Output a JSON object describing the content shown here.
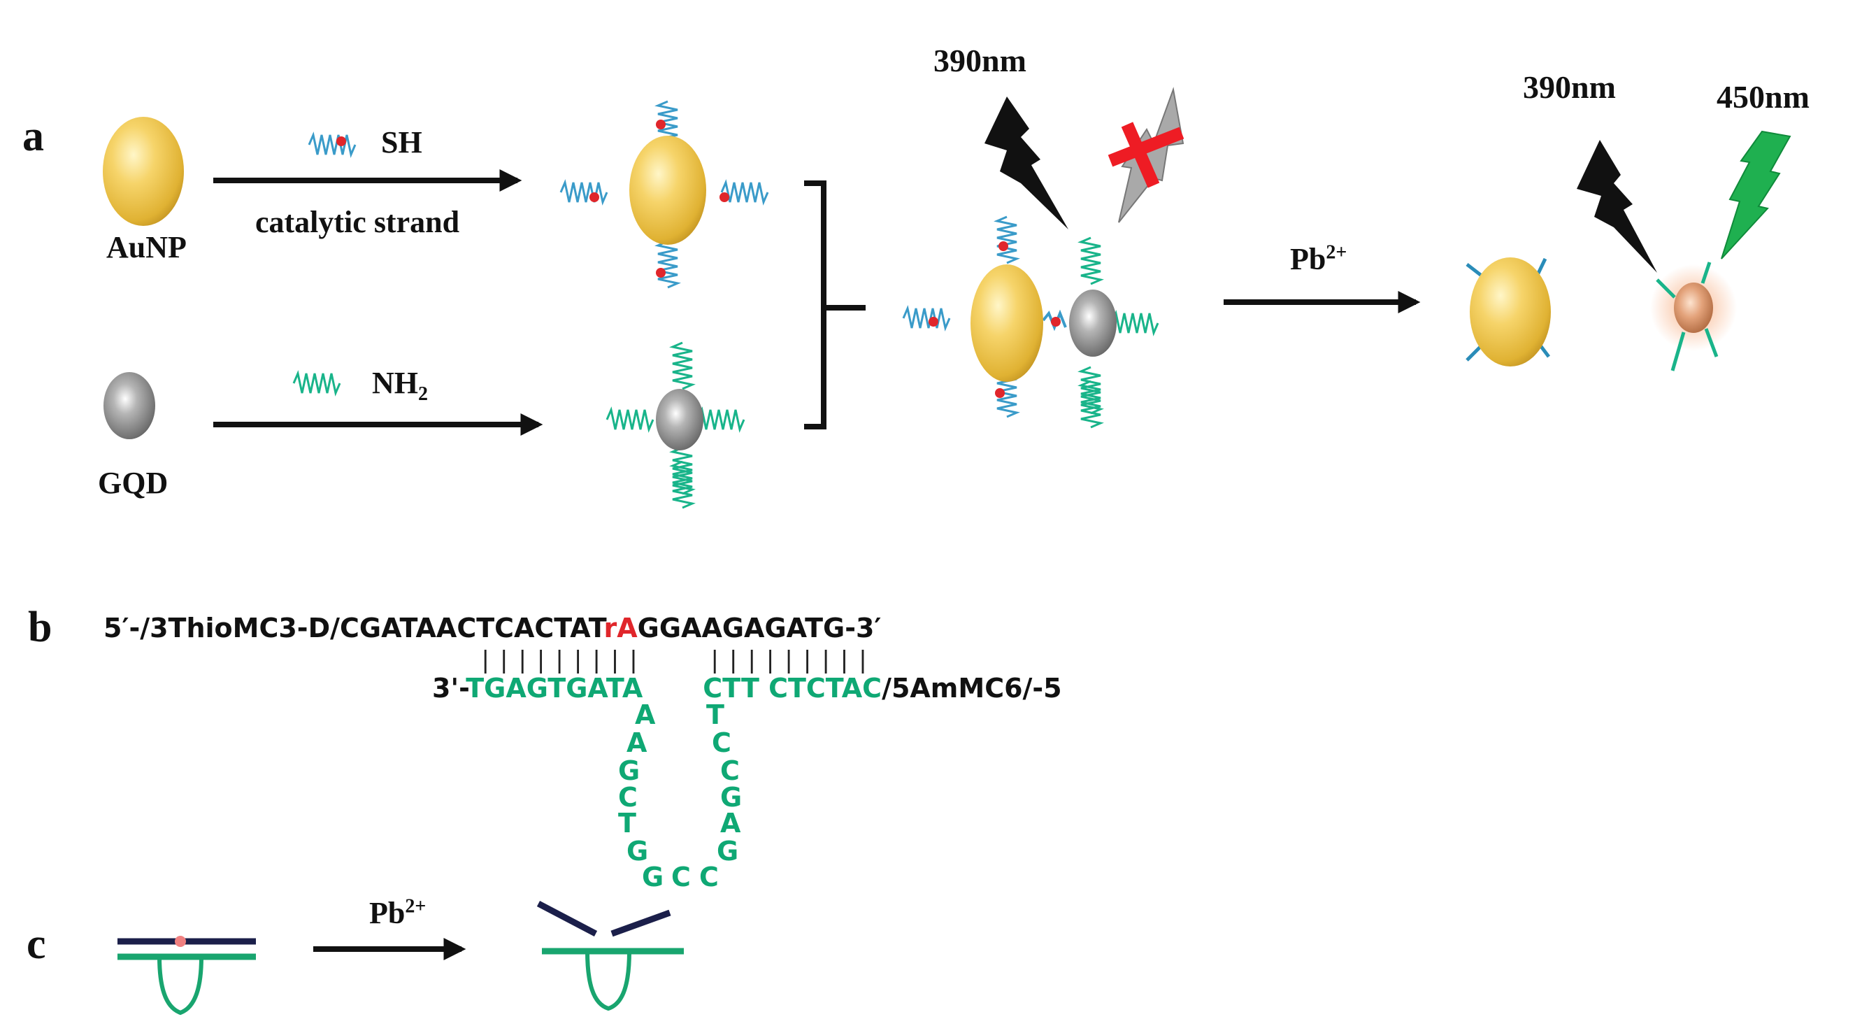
{
  "panels": {
    "a": {
      "label": "a",
      "aunp_label": "AuNP",
      "gqd_label": "GQD",
      "catalytic_strand_terminal": "SH",
      "catalytic_strand_label": "catalytic strand",
      "combined_strand_terminal": "NH",
      "combined_strand_terminal_sub": "2",
      "excitation_label_1": "390nm",
      "ion_label": "Pb",
      "ion_charge": "2+",
      "excitation_label_2": "390nm",
      "emission_label": "450nm"
    },
    "b": {
      "label": "b",
      "top_strand": {
        "prefix": "5′-/3ThioMC3-D/CGATAACTCACTAT",
        "cleavage_site": "rA",
        "suffix": "GGAAGAGATG-3′"
      },
      "base_pair_ticks_left": "|||||||||",
      "base_pair_ticks_right": "|||||||||",
      "bottom_strand": {
        "prefix": "3'-",
        "left_arm": "TGAGTGATA",
        "right_arm": "CTT CTCTAC",
        "suffix": "/5AmMC6/-5"
      },
      "loop_left_descending": [
        "A",
        "A",
        "G",
        "C",
        "T",
        "G"
      ],
      "loop_bottom": [
        "G",
        "C",
        "C"
      ],
      "loop_right_ascending": [
        "G",
        "A",
        "G",
        "C",
        "C",
        "T"
      ]
    },
    "c": {
      "label": "c",
      "ion_label": "Pb",
      "ion_charge": "2+"
    }
  },
  "colors": {
    "gold": "#f2c94c",
    "gqd_grey": "#8a8a8a",
    "catalytic_strand": "#3a9bc9",
    "combined_strand": "#19b48a",
    "cleavage_mark": "#e0262b",
    "emission": "#1fb050",
    "quenched_bolt": "#a9a9a9",
    "dark_strand": "#1b1f4a"
  }
}
